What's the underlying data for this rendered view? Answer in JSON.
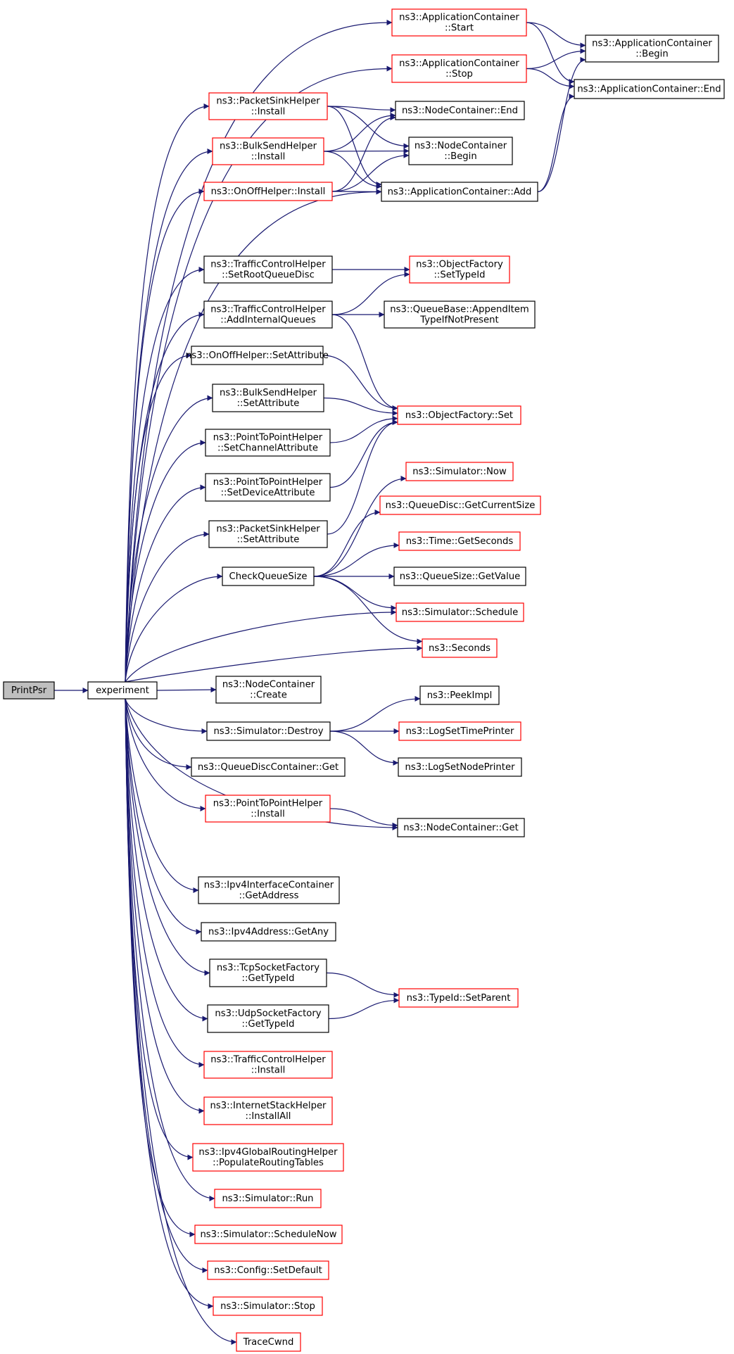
{
  "graph": {
    "colors": {
      "edge": "#191970",
      "node_border": "#000000",
      "truncated_border": "#ff0000",
      "root_fill": "#bfbfbf",
      "node_fill": "#ffffff"
    },
    "nodes": [
      {
        "id": "PrintPsr",
        "lines": [
          "PrintPsr"
        ],
        "style": "root"
      },
      {
        "id": "experiment",
        "lines": [
          "experiment"
        ],
        "style": "normal"
      },
      {
        "id": "AppStart",
        "lines": [
          "ns3::ApplicationContainer",
          "::Start"
        ],
        "style": "truncated"
      },
      {
        "id": "AppStop",
        "lines": [
          "ns3::ApplicationContainer",
          "::Stop"
        ],
        "style": "truncated"
      },
      {
        "id": "AppBegin",
        "lines": [
          "ns3::ApplicationContainer",
          "::Begin"
        ],
        "style": "normal"
      },
      {
        "id": "AppEnd",
        "lines": [
          "ns3::ApplicationContainer::End"
        ],
        "style": "normal"
      },
      {
        "id": "PSHInstall",
        "lines": [
          "ns3::PacketSinkHelper",
          "::Install"
        ],
        "style": "truncated"
      },
      {
        "id": "BSHInstall",
        "lines": [
          "ns3::BulkSendHelper",
          "::Install"
        ],
        "style": "truncated"
      },
      {
        "id": "OOHInstall",
        "lines": [
          "ns3::OnOffHelper::Install"
        ],
        "style": "truncated"
      },
      {
        "id": "NCEnd",
        "lines": [
          "ns3::NodeContainer::End"
        ],
        "style": "normal"
      },
      {
        "id": "NCBegin",
        "lines": [
          "ns3::NodeContainer",
          "::Begin"
        ],
        "style": "normal"
      },
      {
        "id": "AppAdd",
        "lines": [
          "ns3::ApplicationContainer::Add"
        ],
        "style": "normal"
      },
      {
        "id": "TCHSetRoot",
        "lines": [
          "ns3::TrafficControlHelper",
          "::SetRootQueueDisc"
        ],
        "style": "normal"
      },
      {
        "id": "TCHAddInt",
        "lines": [
          "ns3::TrafficControlHelper",
          "::AddInternalQueues"
        ],
        "style": "normal"
      },
      {
        "id": "OFSetTypeId",
        "lines": [
          "ns3::ObjectFactory",
          "::SetTypeId"
        ],
        "style": "truncated"
      },
      {
        "id": "QBAppend",
        "lines": [
          "ns3::QueueBase::AppendItem",
          "TypeIfNotPresent"
        ],
        "style": "normal"
      },
      {
        "id": "OOHSetAttr",
        "lines": [
          "ns3::OnOffHelper::SetAttribute"
        ],
        "style": "normal"
      },
      {
        "id": "BSHSetAttr",
        "lines": [
          "ns3::BulkSendHelper",
          "::SetAttribute"
        ],
        "style": "normal"
      },
      {
        "id": "OFSet",
        "lines": [
          "ns3::ObjectFactory::Set"
        ],
        "style": "truncated"
      },
      {
        "id": "P2PSetChan",
        "lines": [
          "ns3::PointToPointHelper",
          "::SetChannelAttribute"
        ],
        "style": "normal"
      },
      {
        "id": "P2PSetDev",
        "lines": [
          "ns3::PointToPointHelper",
          "::SetDeviceAttribute"
        ],
        "style": "normal"
      },
      {
        "id": "PSHSetAttr",
        "lines": [
          "ns3::PacketSinkHelper",
          "::SetAttribute"
        ],
        "style": "normal"
      },
      {
        "id": "SimNow",
        "lines": [
          "ns3::Simulator::Now"
        ],
        "style": "truncated"
      },
      {
        "id": "QDGetCur",
        "lines": [
          "ns3::QueueDisc::GetCurrentSize"
        ],
        "style": "truncated"
      },
      {
        "id": "TimeGetSec",
        "lines": [
          "ns3::Time::GetSeconds"
        ],
        "style": "truncated"
      },
      {
        "id": "CheckQueueSize",
        "lines": [
          "CheckQueueSize"
        ],
        "style": "normal"
      },
      {
        "id": "QSGetValue",
        "lines": [
          "ns3::QueueSize::GetValue"
        ],
        "style": "normal"
      },
      {
        "id": "SimSchedule",
        "lines": [
          "ns3::Simulator::Schedule"
        ],
        "style": "truncated"
      },
      {
        "id": "Seconds",
        "lines": [
          "ns3::Seconds"
        ],
        "style": "truncated"
      },
      {
        "id": "NCCreate",
        "lines": [
          "ns3::NodeContainer",
          "::Create"
        ],
        "style": "normal"
      },
      {
        "id": "PeekImpl",
        "lines": [
          "ns3::PeekImpl"
        ],
        "style": "normal"
      },
      {
        "id": "SimDestroy",
        "lines": [
          "ns3::Simulator::Destroy"
        ],
        "style": "normal"
      },
      {
        "id": "LogSetTime",
        "lines": [
          "ns3::LogSetTimePrinter"
        ],
        "style": "truncated"
      },
      {
        "id": "QDCGet",
        "lines": [
          "ns3::QueueDiscContainer::Get"
        ],
        "style": "normal"
      },
      {
        "id": "LogSetNode",
        "lines": [
          "ns3::LogSetNodePrinter"
        ],
        "style": "normal"
      },
      {
        "id": "P2PInstall",
        "lines": [
          "ns3::PointToPointHelper",
          "::Install"
        ],
        "style": "truncated"
      },
      {
        "id": "NCGet",
        "lines": [
          "ns3::NodeContainer::Get"
        ],
        "style": "normal"
      },
      {
        "id": "IfcGetAddr",
        "lines": [
          "ns3::Ipv4InterfaceContainer",
          "::GetAddress"
        ],
        "style": "normal"
      },
      {
        "id": "AddrGetAny",
        "lines": [
          "ns3::Ipv4Address::GetAny"
        ],
        "style": "normal"
      },
      {
        "id": "TcpGetTypeId",
        "lines": [
          "ns3::TcpSocketFactory",
          "::GetTypeId"
        ],
        "style": "normal"
      },
      {
        "id": "TypeIdSetParent",
        "lines": [
          "ns3::TypeId::SetParent"
        ],
        "style": "truncated"
      },
      {
        "id": "UdpGetTypeId",
        "lines": [
          "ns3::UdpSocketFactory",
          "::GetTypeId"
        ],
        "style": "normal"
      },
      {
        "id": "TCHInstall",
        "lines": [
          "ns3::TrafficControlHelper",
          "::Install"
        ],
        "style": "truncated"
      },
      {
        "id": "ISHInstallAll",
        "lines": [
          "ns3::InternetStackHelper",
          "::InstallAll"
        ],
        "style": "truncated"
      },
      {
        "id": "GRHPopulate",
        "lines": [
          "ns3::Ipv4GlobalRoutingHelper",
          "::PopulateRoutingTables"
        ],
        "style": "truncated"
      },
      {
        "id": "SimRun",
        "lines": [
          "ns3::Simulator::Run"
        ],
        "style": "truncated"
      },
      {
        "id": "SimScheduleNow",
        "lines": [
          "ns3::Simulator::ScheduleNow"
        ],
        "style": "truncated"
      },
      {
        "id": "ConfigSetDefault",
        "lines": [
          "ns3::Config::SetDefault"
        ],
        "style": "truncated"
      },
      {
        "id": "SimStop",
        "lines": [
          "ns3::Simulator::Stop"
        ],
        "style": "truncated"
      },
      {
        "id": "TraceCwnd",
        "lines": [
          "TraceCwnd"
        ],
        "style": "truncated"
      }
    ],
    "edges": [
      [
        "PrintPsr",
        "experiment"
      ],
      [
        "experiment",
        "AppStart"
      ],
      [
        "experiment",
        "AppStop"
      ],
      [
        "experiment",
        "PSHInstall"
      ],
      [
        "experiment",
        "BSHInstall"
      ],
      [
        "experiment",
        "OOHInstall"
      ],
      [
        "experiment",
        "AppAdd"
      ],
      [
        "experiment",
        "TCHSetRoot"
      ],
      [
        "experiment",
        "TCHAddInt"
      ],
      [
        "experiment",
        "OOHSetAttr"
      ],
      [
        "experiment",
        "BSHSetAttr"
      ],
      [
        "experiment",
        "P2PSetChan"
      ],
      [
        "experiment",
        "P2PSetDev"
      ],
      [
        "experiment",
        "PSHSetAttr"
      ],
      [
        "experiment",
        "CheckQueueSize"
      ],
      [
        "experiment",
        "SimSchedule"
      ],
      [
        "experiment",
        "Seconds"
      ],
      [
        "experiment",
        "NCCreate"
      ],
      [
        "experiment",
        "SimDestroy"
      ],
      [
        "experiment",
        "QDCGet"
      ],
      [
        "experiment",
        "P2PInstall"
      ],
      [
        "experiment",
        "NCGet"
      ],
      [
        "experiment",
        "IfcGetAddr"
      ],
      [
        "experiment",
        "AddrGetAny"
      ],
      [
        "experiment",
        "TcpGetTypeId"
      ],
      [
        "experiment",
        "UdpGetTypeId"
      ],
      [
        "experiment",
        "TCHInstall"
      ],
      [
        "experiment",
        "ISHInstallAll"
      ],
      [
        "experiment",
        "GRHPopulate"
      ],
      [
        "experiment",
        "SimRun"
      ],
      [
        "experiment",
        "SimScheduleNow"
      ],
      [
        "experiment",
        "ConfigSetDefault"
      ],
      [
        "experiment",
        "SimStop"
      ],
      [
        "experiment",
        "TraceCwnd"
      ],
      [
        "AppStart",
        "AppBegin"
      ],
      [
        "AppStart",
        "AppEnd"
      ],
      [
        "AppStop",
        "AppBegin"
      ],
      [
        "AppStop",
        "AppEnd"
      ],
      [
        "PSHInstall",
        "NCEnd"
      ],
      [
        "PSHInstall",
        "NCBegin"
      ],
      [
        "PSHInstall",
        "AppAdd"
      ],
      [
        "BSHInstall",
        "NCEnd"
      ],
      [
        "BSHInstall",
        "NCBegin"
      ],
      [
        "BSHInstall",
        "AppAdd"
      ],
      [
        "OOHInstall",
        "NCEnd"
      ],
      [
        "OOHInstall",
        "NCBegin"
      ],
      [
        "OOHInstall",
        "AppAdd"
      ],
      [
        "AppAdd",
        "AppBegin"
      ],
      [
        "AppAdd",
        "AppEnd"
      ],
      [
        "TCHSetRoot",
        "OFSetTypeId"
      ],
      [
        "TCHAddInt",
        "OFSetTypeId"
      ],
      [
        "TCHAddInt",
        "QBAppend"
      ],
      [
        "TCHAddInt",
        "OFSet"
      ],
      [
        "OOHSetAttr",
        "OFSet"
      ],
      [
        "BSHSetAttr",
        "OFSet"
      ],
      [
        "P2PSetChan",
        "OFSet"
      ],
      [
        "P2PSetDev",
        "OFSet"
      ],
      [
        "PSHSetAttr",
        "OFSet"
      ],
      [
        "CheckQueueSize",
        "SimNow"
      ],
      [
        "CheckQueueSize",
        "QDGetCur"
      ],
      [
        "CheckQueueSize",
        "TimeGetSec"
      ],
      [
        "CheckQueueSize",
        "QSGetValue"
      ],
      [
        "CheckQueueSize",
        "SimSchedule"
      ],
      [
        "CheckQueueSize",
        "Seconds"
      ],
      [
        "SimDestroy",
        "PeekImpl"
      ],
      [
        "SimDestroy",
        "LogSetTime"
      ],
      [
        "SimDestroy",
        "LogSetNode"
      ],
      [
        "P2PInstall",
        "NCGet"
      ],
      [
        "TcpGetTypeId",
        "TypeIdSetParent"
      ],
      [
        "UdpGetTypeId",
        "TypeIdSetParent"
      ]
    ]
  }
}
